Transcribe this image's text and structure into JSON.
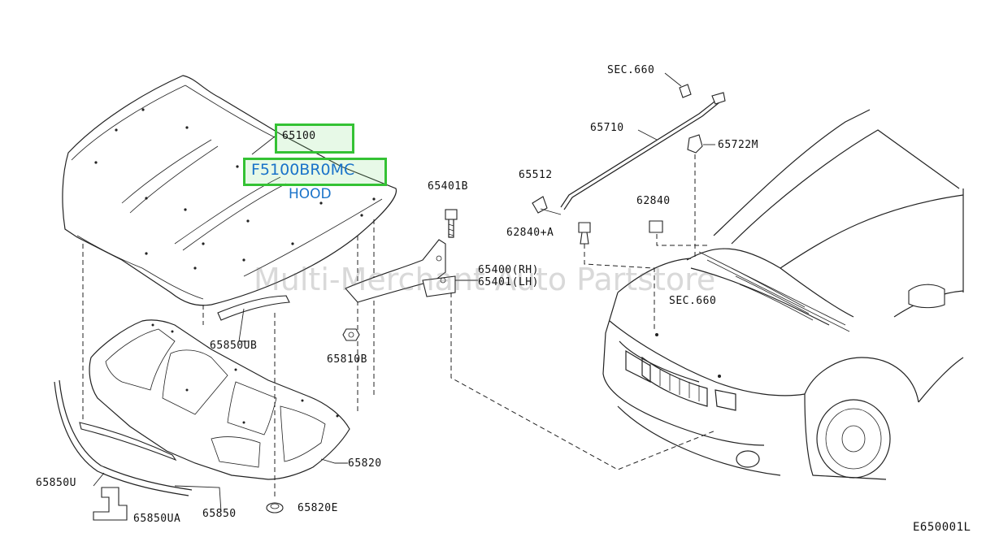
{
  "highlight": {
    "part_number": "65100",
    "code": "F5100BR0MC",
    "name": "HOOD"
  },
  "watermark": "Multi-Merchant Auto Partstore",
  "diagram_code": "E650001L",
  "labels": {
    "sec660_top": "SEC.660",
    "sec660_car": "SEC.660",
    "p65710": "65710",
    "p65722m": "65722M",
    "p65512": "65512",
    "p62840": "62840",
    "p62840a": "62840+A",
    "p65401b": "65401B",
    "p65400": "65400(RH)",
    "p65401": "65401(LH)",
    "p65850ub": "65850UB",
    "p65810b": "65810B",
    "p65820": "65820",
    "p65850u": "65850U",
    "p65850": "65850",
    "p65820e": "65820E",
    "p65850ua": "65850UA"
  },
  "colors": {
    "highlight_border": "#34c234",
    "highlight_text": "#1a73c9"
  }
}
